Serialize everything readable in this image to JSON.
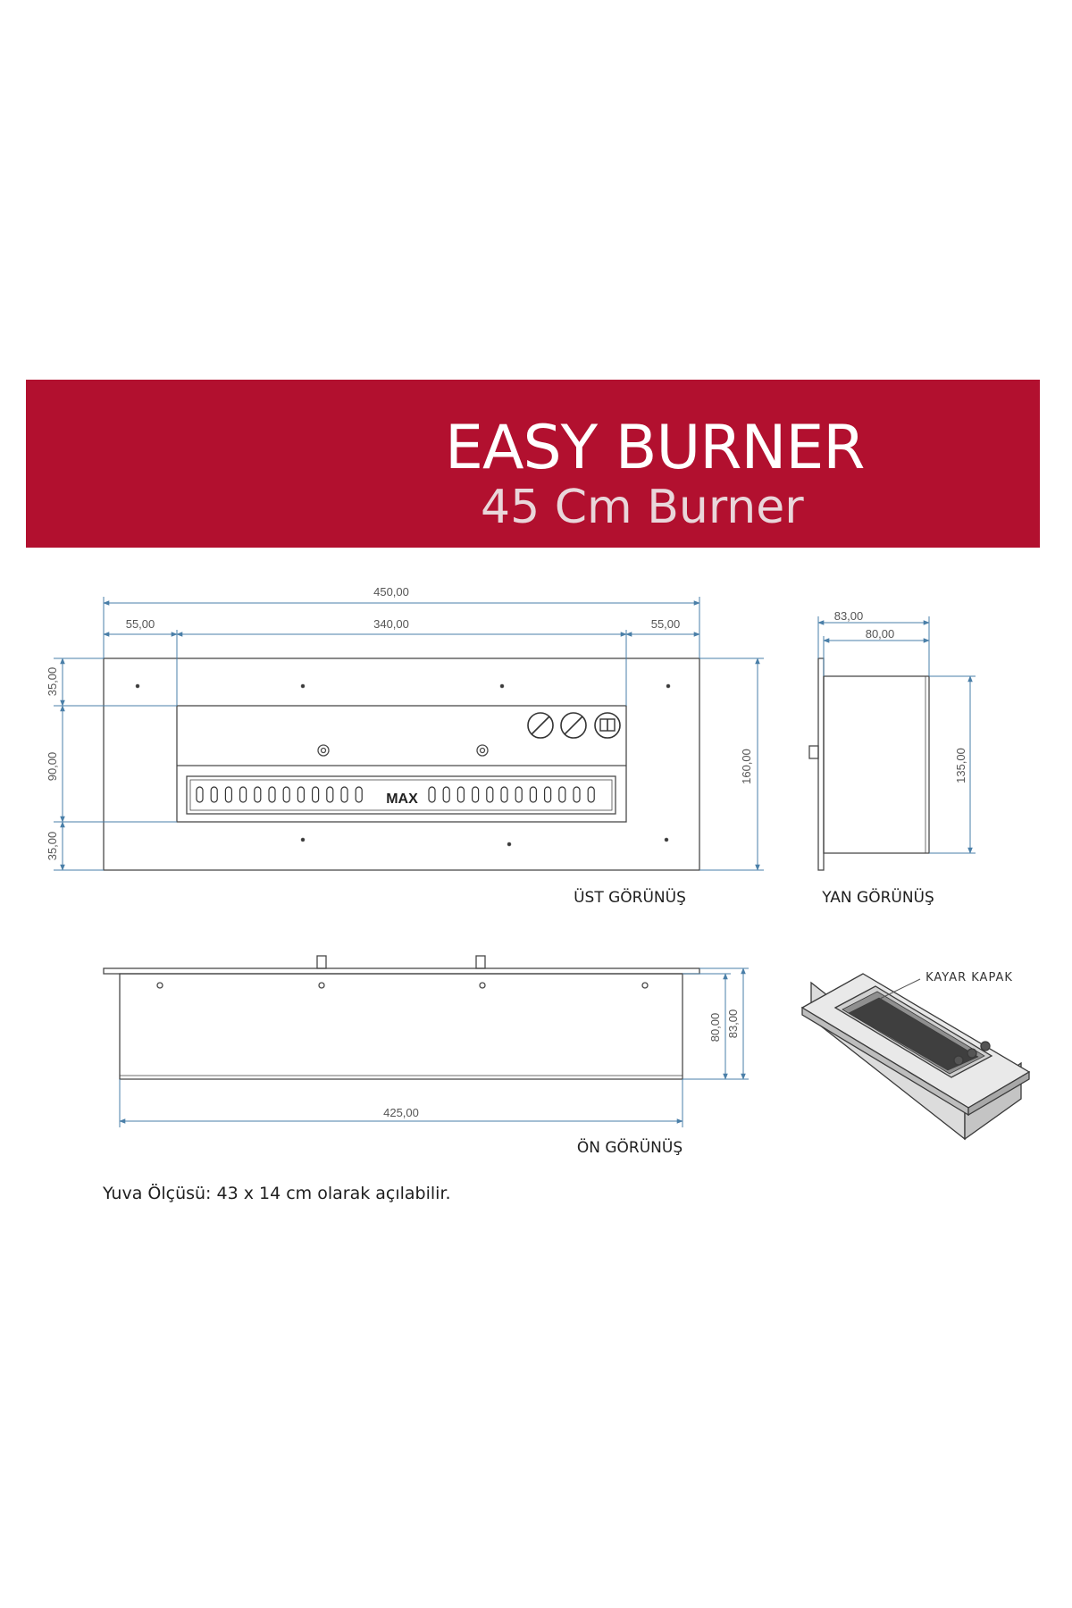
{
  "header": {
    "title": "EASY BURNER",
    "subtitle": "45 Cm Burner",
    "band_color": "#b2102f"
  },
  "top_view": {
    "label": "ÜST GÖRÜNÜŞ",
    "dim_total_width": "450,00",
    "dim_left_margin": "55,00",
    "dim_center_width": "340,00",
    "dim_right_margin": "55,00",
    "dim_top_margin": "35,00",
    "dim_center_height": "90,00",
    "dim_bottom_margin": "35,00",
    "dim_total_height": "160,00",
    "max_label": "MAX"
  },
  "side_view": {
    "label": "YAN GÖRÜNÜŞ",
    "dim_outer_width": "83,00",
    "dim_inner_width": "80,00",
    "dim_height": "135,00"
  },
  "front_view": {
    "label": "ÖN GÖRÜNÜŞ",
    "dim_width": "425,00",
    "dim_inner_height": "80,00",
    "dim_outer_height": "83,00"
  },
  "iso_view": {
    "callout": "KAYAR KAPAK"
  },
  "note": "Yuva Ölçüsü: 43 x 14 cm olarak açılabilir."
}
